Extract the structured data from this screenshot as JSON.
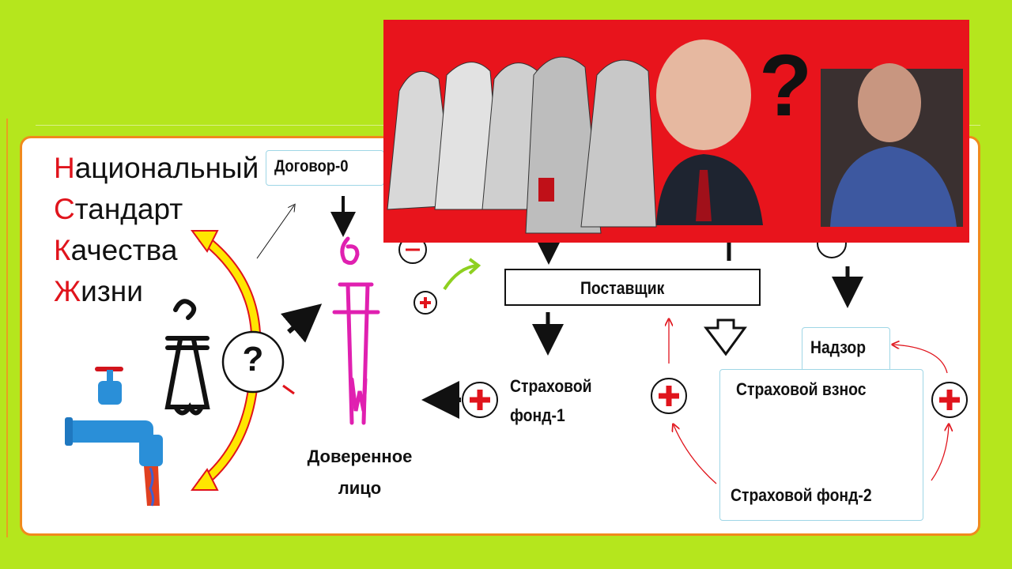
{
  "title_acronym": [
    {
      "cap": "Н",
      "rest": "ациональный"
    },
    {
      "cap": "С",
      "rest": "тандарт"
    },
    {
      "cap": "К",
      "rest": "ачества"
    },
    {
      "cap": "Ж",
      "rest": "изни"
    }
  ],
  "nodes": {
    "contract": "Договор-0",
    "supplier": "Поставщик",
    "supervision": "Надзор",
    "insurance_premium": "Страховой  взнос",
    "insurance_fund_2": "Страховой  фонд-2",
    "insurance_fund_1_line1": "Страховой",
    "insurance_fund_1_line2": "фонд-1",
    "trustee_line1": "Доверенное",
    "trustee_line2": "лицо"
  },
  "question_circle": "?",
  "banner": {
    "question_mark": "?"
  },
  "colors": {
    "background": "#b5e61d",
    "panel_border": "#f08a1c",
    "banner": "#e8141c",
    "accent_red": "#e0141c",
    "trustee_magenta": "#e020b0",
    "arrow_yellow": "#ffe600"
  }
}
